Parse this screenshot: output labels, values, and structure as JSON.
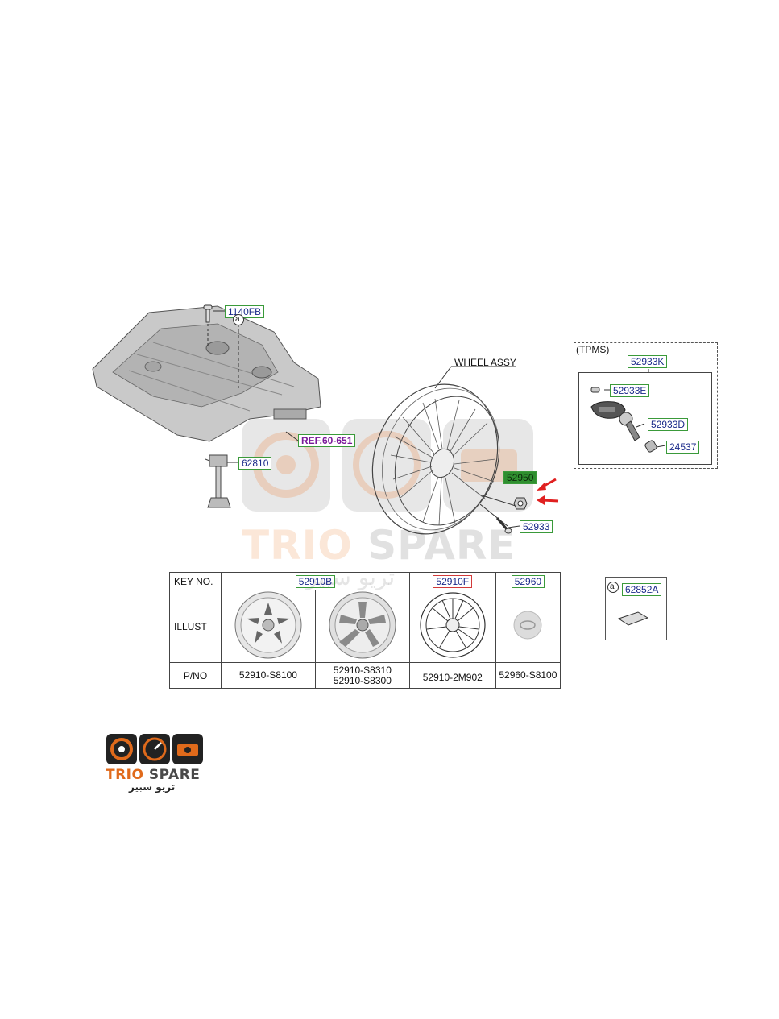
{
  "callouts": {
    "bolt": "1140FB",
    "ref": "REF.60-651",
    "carrier": "62810",
    "wheel_assy": "WHEEL ASSY",
    "tpms_title": "(TPMS)",
    "tpms_k": "52933K",
    "tpms_e": "52933E",
    "tpms_d": "52933D",
    "tpms_cap": "24537",
    "nut": "52950",
    "valve": "52933",
    "marker_a": "a",
    "inset_a": "a",
    "inset_part": "62852A"
  },
  "table": {
    "row_headers": [
      "KEY NO.",
      "ILLUST",
      "P/NO"
    ],
    "key_numbers": [
      "52910B",
      "52910F",
      "52960"
    ],
    "part_numbers": [
      [
        "52910-S8100"
      ],
      [
        "52910-S8310",
        "52910-S8300"
      ],
      [
        "52910-2M902"
      ],
      [
        "52960-S8100"
      ]
    ]
  },
  "watermark": {
    "brand_a": "TRIO",
    "brand_b": "SPARE",
    "arabic": "تريو سبير"
  },
  "logo": {
    "brand_a": "TRIO",
    "brand_b": "SPARE",
    "arabic": "تريو سبير"
  },
  "colors": {
    "callout_border": "#3a9a3a",
    "callout_text": "#1a2a8a",
    "ref_text": "#7a1a9a",
    "highlight_border": "#d23a3a",
    "arrow": "#e02020",
    "brand_orange": "#e06a1b"
  }
}
